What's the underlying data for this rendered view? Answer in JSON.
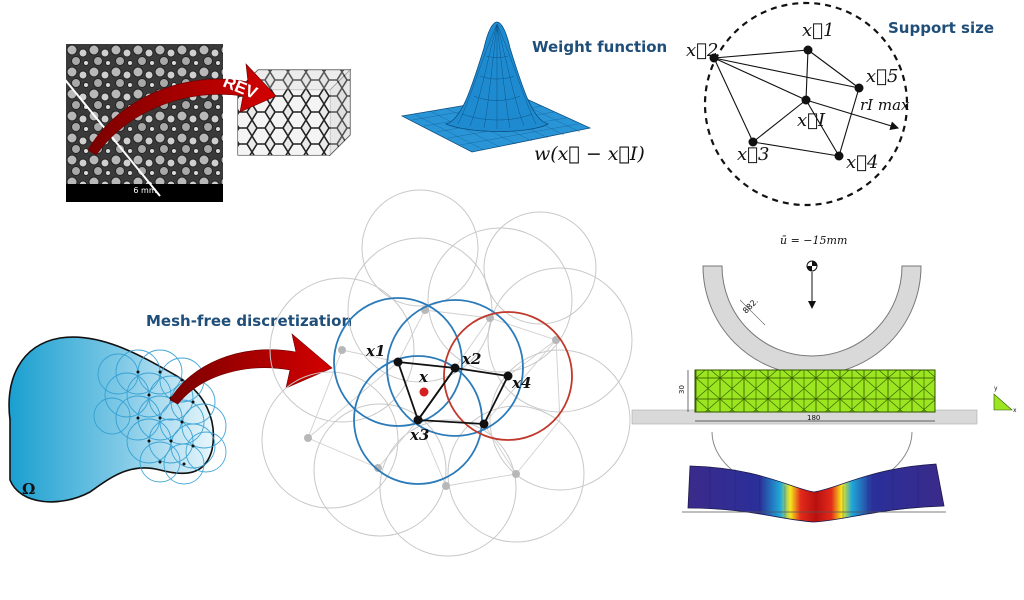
{
  "labels": {
    "weight_function": "Weight function",
    "support_size": "Support size",
    "mesh_free": "Mesh-free discretization",
    "rev": "REV",
    "scale_bar": "6 mm",
    "omega": "Ω",
    "weight_formula": "w(x⃗ − x⃗I)",
    "r_max": "rI max",
    "displacement": "ū = −15mm",
    "dim_thickness": "30",
    "dim_length": "180",
    "dim_radius": "882."
  },
  "support_nodes": [
    {
      "name": "x⃗1"
    },
    {
      "name": "x⃗2"
    },
    {
      "name": "x⃗I"
    },
    {
      "name": "x⃗3"
    },
    {
      "name": "x⃗4"
    },
    {
      "name": "x⃗5"
    }
  ],
  "mesh_nodes": [
    {
      "name": "x1"
    },
    {
      "name": "x2"
    },
    {
      "name": "x"
    },
    {
      "name": "x3"
    },
    {
      "name": "x4"
    }
  ],
  "colors": {
    "label_blue": "#1f4e79",
    "arrow_red": "#c00000",
    "circle_blue": "#2b7bb9",
    "circle_red": "#c0392b",
    "beam_green": "#9be620",
    "weight_blue": "#1e8bd1"
  }
}
